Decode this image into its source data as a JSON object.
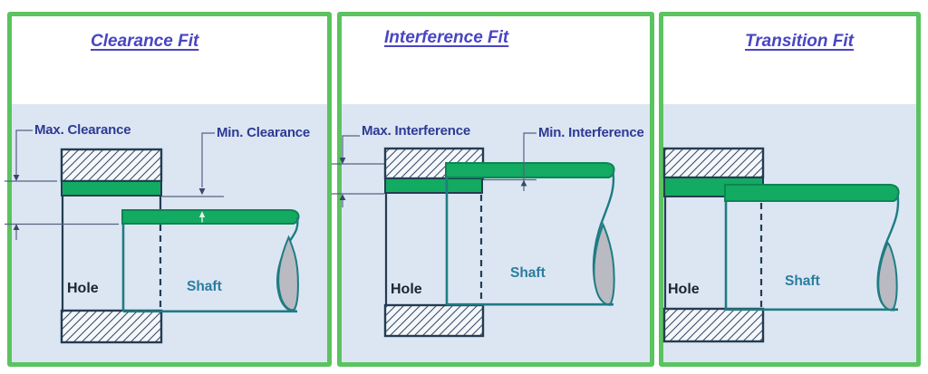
{
  "figure": "Types of engineering fits between hole and shaft",
  "panels": [
    {
      "title": "Clearance Fit",
      "labels": {
        "max_dim": "Max. Clearance",
        "min_dim": "Min. Clearance",
        "hole": "Hole",
        "shaft": "Shaft"
      }
    },
    {
      "title": "Interference Fit",
      "labels": {
        "max_dim": "Max. Interference",
        "min_dim": "Min. Interference",
        "hole": "Hole",
        "shaft": "Shaft"
      }
    },
    {
      "title": "Transition Fit",
      "labels": {
        "hole": "Hole",
        "shaft": "Shaft"
      }
    }
  ],
  "colors": {
    "panel_border_green": "#5bc35f",
    "tolerance_band_green": "#12ab61",
    "band_dark_green_edge": "#0e8455",
    "hole_outline_navy": "#243c52",
    "shaft_outline_teal": "#1f7c82",
    "break_symbol_gray": "#b9bac2",
    "background_lower_blue": "#dce6f3",
    "background_upper": "#ffffff",
    "title_indigo": "#4a45c2",
    "dim_label_navy": "#2d3a94",
    "hole_text": "#1b2531",
    "shaft_text": "#2a7d9e"
  }
}
